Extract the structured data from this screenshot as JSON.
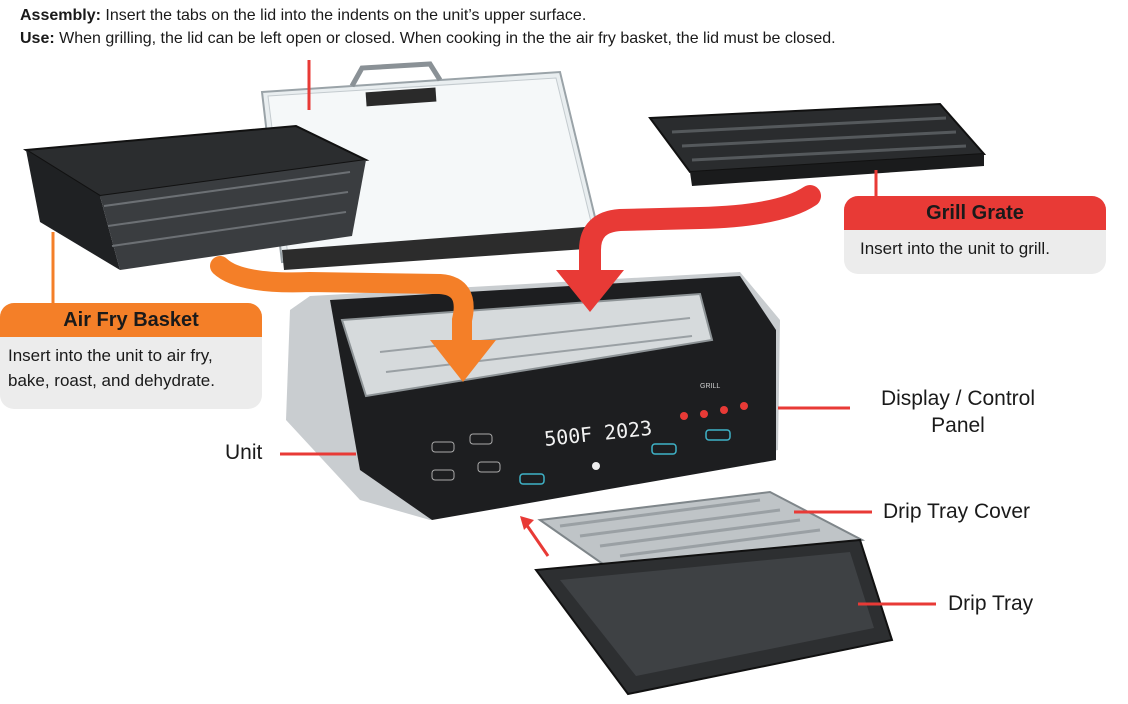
{
  "header": {
    "assembly_label": "Assembly:",
    "assembly_text": " Insert the tabs on the lid into the indents on the unit’s upper surface.",
    "use_label": "Use:",
    "use_text": " When grilling, the lid can be left open or closed. When cooking in the the air fry basket, the lid must be closed."
  },
  "callouts": {
    "air_fry": {
      "title": "Air Fry Basket",
      "body_line1": "Insert into the unit to air fry,",
      "body_line2": "bake, roast, and dehydrate."
    },
    "grill": {
      "title": "Grill Grate",
      "body": "Insert into the unit to grill."
    }
  },
  "labels": {
    "display_line1": "Display / Control",
    "display_line2": "Panel",
    "unit": "Unit",
    "drip_tray_cover": "Drip Tray Cover",
    "drip_tray": "Drip Tray"
  },
  "device_display": {
    "readout": "500F 2023",
    "grill_label": "GRILL"
  },
  "colors": {
    "accent_orange": "#f47f28",
    "accent_red": "#e83a36",
    "callout_bg": "#ececec"
  }
}
